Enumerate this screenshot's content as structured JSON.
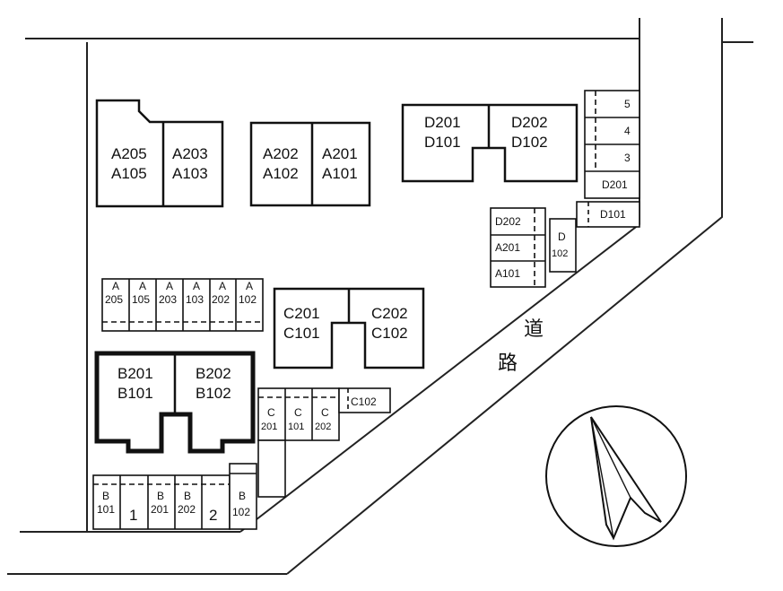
{
  "buildings": {
    "A_left": {
      "upper": "A205",
      "lower": "A105"
    },
    "A_left2": {
      "upper": "A203",
      "lower": "A103"
    },
    "A_right1": {
      "upper": "A202",
      "lower": "A102"
    },
    "A_right2": {
      "upper": "A201",
      "lower": "A101"
    },
    "D_left": {
      "upper": "D201",
      "lower": "D101"
    },
    "D_right": {
      "upper": "D202",
      "lower": "D102"
    },
    "C_left": {
      "upper": "C201",
      "lower": "C101"
    },
    "C_right": {
      "upper": "C202",
      "lower": "C102"
    },
    "B_left": {
      "upper": "B201",
      "lower": "B101"
    },
    "B_right": {
      "upper": "B202",
      "lower": "B102"
    }
  },
  "a_parking": {
    "head": [
      "A",
      "A",
      "A",
      "A",
      "A",
      "A"
    ],
    "num": [
      "205",
      "105",
      "203",
      "103",
      "202",
      "102"
    ]
  },
  "c_parking": {
    "head": [
      "C",
      "C",
      "C"
    ],
    "num": [
      "201",
      "101",
      "202"
    ],
    "side": "C102"
  },
  "b_parking": {
    "b101_head": "B",
    "b101_num": "101",
    "slot1": "1",
    "b201_head": "B",
    "b201_num": "201",
    "b202_head": "B",
    "b202_num": "202",
    "slot2": "2",
    "b102_head": "B",
    "b102_num": "102"
  },
  "right_parking": {
    "slot5": "5",
    "slot4": "4",
    "slot3": "3",
    "d201": "D201",
    "d101": "D101",
    "d202": "D202",
    "a201": "A201",
    "a101": "A101",
    "d_head": "D",
    "d_num": "102"
  },
  "road": {
    "char1": "道",
    "char2": "路"
  },
  "compass": "north-arrow-icon"
}
